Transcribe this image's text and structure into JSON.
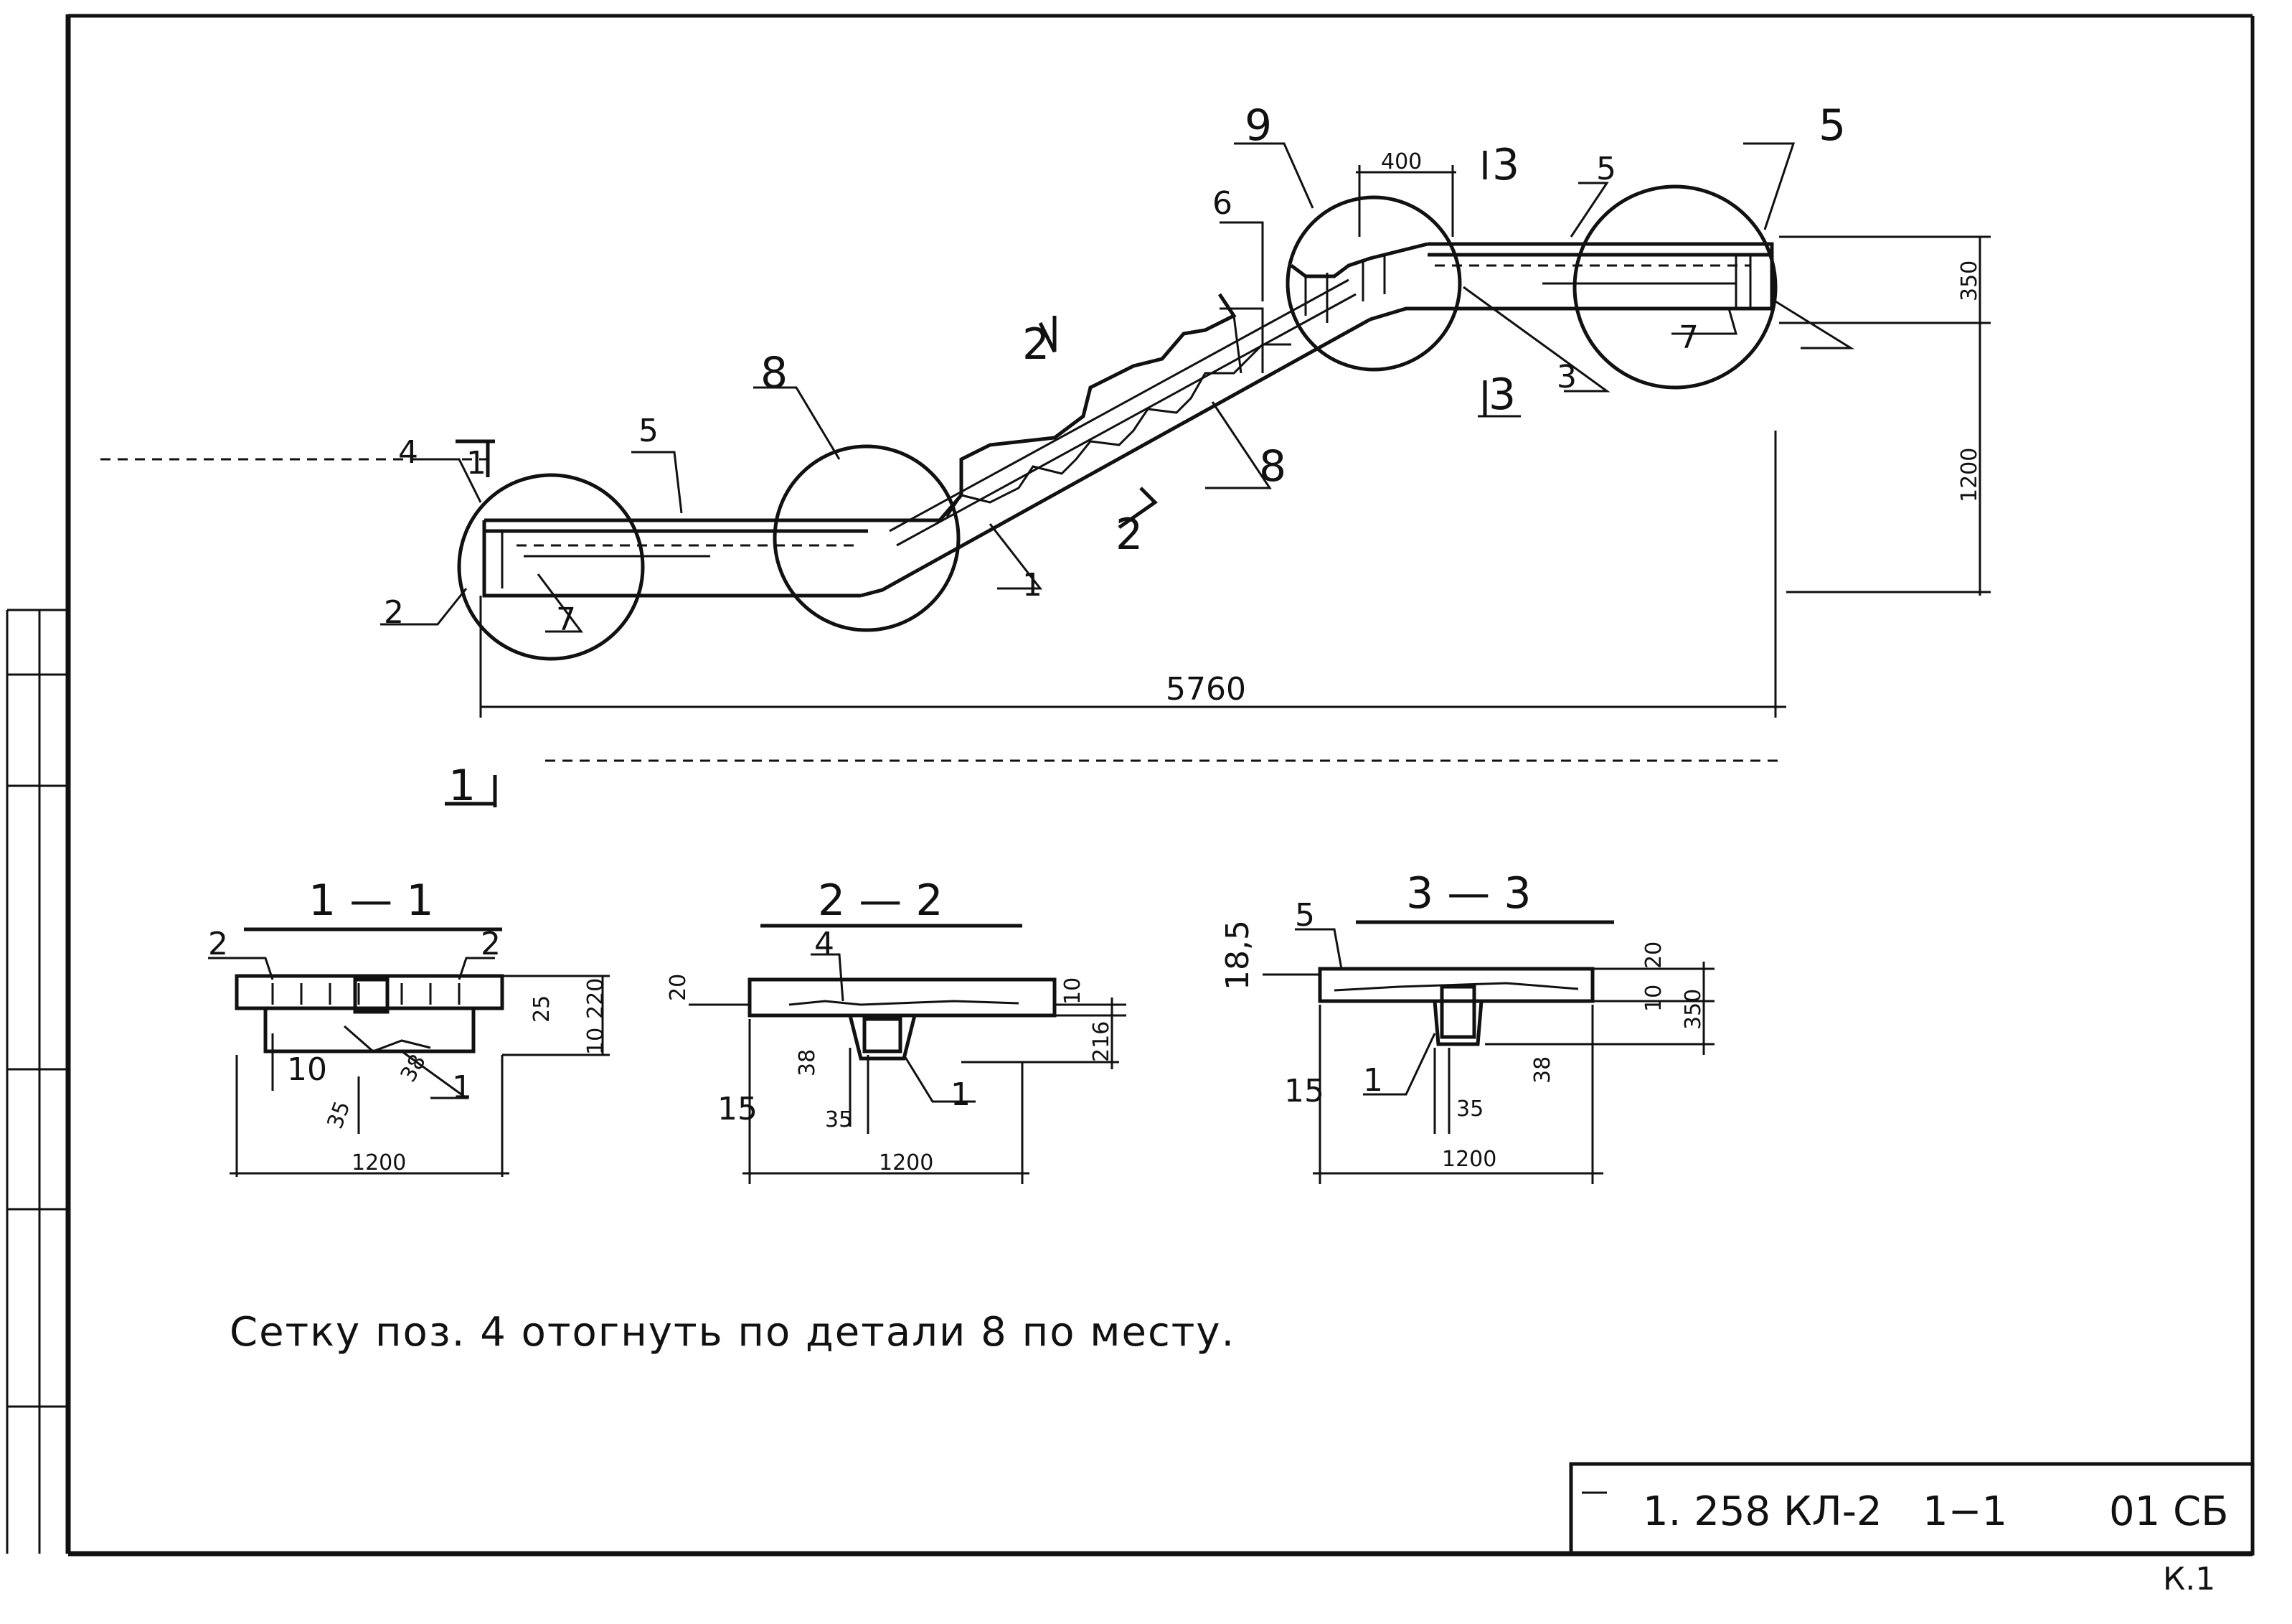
{
  "main_view": {
    "callouts": [
      "1",
      "2",
      "3",
      "4",
      "5",
      "5",
      "5",
      "6",
      "7",
      "7",
      "8",
      "8",
      "9"
    ],
    "section_marks": [
      "1",
      "1",
      "2",
      "2",
      "3",
      "3"
    ],
    "dimensions": {
      "length": "5760",
      "height_upper": "350",
      "height_lower": "1200",
      "top_offset": "400"
    }
  },
  "sections": [
    {
      "title": "1 — 1",
      "labels": [
        "2",
        "2",
        "1"
      ],
      "dims": [
        "25",
        "220",
        "10",
        "10",
        "35",
        "38",
        "1200"
      ]
    },
    {
      "title": "2 — 2",
      "labels": [
        "4",
        "1"
      ],
      "dims": [
        "20",
        "10",
        "216",
        "38",
        "15",
        "35",
        "1200"
      ]
    },
    {
      "title": "3 — 3",
      "labels": [
        "5",
        "1"
      ],
      "dims": [
        "18,5",
        "20",
        "10",
        "350",
        "15",
        "35",
        "38",
        "1200"
      ]
    }
  ],
  "note": "Сетку поз. 4 отогнуть по детали 8 по месту.",
  "title_block": {
    "code": "1. 258 КЛ-2",
    "sheet": "1−1",
    "mark": "01 СБ"
  },
  "sheet_label": "К.1"
}
